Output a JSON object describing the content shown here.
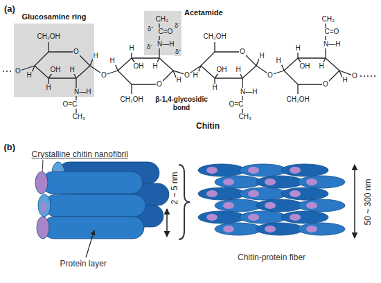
{
  "diagram": {
    "nodes": [
      {
        "text": [
          "Glucosamine ring"
        ]
      },
      {
        "text": [
          "Acetamide"
        ]
      }
    ],
    "labels": [
      "(a)",
      "Chitin",
      "β-1,4-glycosidic bond",
      "O",
      "O",
      "O",
      "O",
      "O",
      "CH₂OH",
      "O",
      "H",
      "H",
      "OH",
      "H",
      "H",
      "N—H",
      "O=C",
      "CH₃",
      "CH₂OH",
      "O",
      "H",
      "H",
      "OH",
      "H",
      "H",
      "N—H",
      "C=O",
      "CH₃",
      "CH₂OH",
      "O",
      "H",
      "H",
      "OH",
      "H",
      "H",
      "N—H",
      "O=C",
      "CH₃",
      "CH₂OH",
      "O",
      "H",
      "H",
      "OH",
      "H",
      "H",
      "N—H",
      "C=O",
      "CH₃",
      "δ⁺",
      "δ⁻",
      "δ⁻",
      "δ⁺",
      "(b)",
      "Crystalline chitin nanofibril",
      "Protein layer",
      "2 ~ 5 nm",
      "Chitin-protein fiber",
      "50 ~ 300 nm"
    ]
  }
}
